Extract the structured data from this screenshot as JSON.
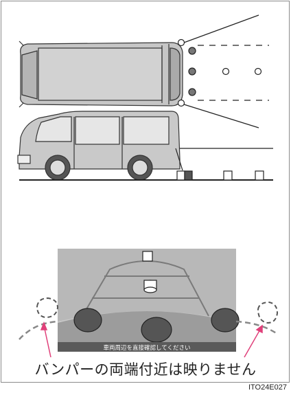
{
  "screen_message": "車両周辺を直接確認してください",
  "caption": "バンパーの両端付近は映りません",
  "figure_code": "ITO24E027",
  "colors": {
    "screen_bg": "#c8c8c8",
    "guide": "#7a7a7a",
    "sensor": "#444444",
    "arrow": "#e0407a"
  }
}
